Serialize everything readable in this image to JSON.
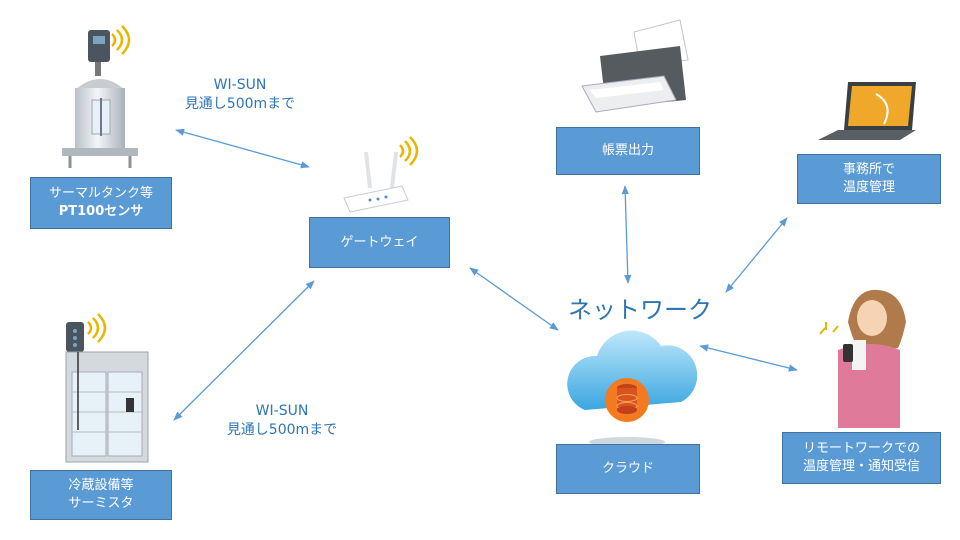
{
  "wireless_notes": {
    "top": {
      "line1": "WI-SUN",
      "line2": "見通し500mまで"
    },
    "bottom": {
      "line1": "WI-SUN",
      "line2": "見通し500mまで"
    }
  },
  "network_label": "ネットワーク",
  "nodes": {
    "tank": {
      "line1": "サーマルタンク等",
      "line2": "PT100センサ"
    },
    "fridge": {
      "line1": "冷蔵設備等",
      "line2": "サーミスタ"
    },
    "gateway": {
      "line1": "ゲートウェイ"
    },
    "printer": {
      "line1": "帳票出力"
    },
    "office": {
      "line1": "事務所で",
      "line2": "温度管理"
    },
    "cloud": {
      "line1": "クラウド"
    },
    "remote": {
      "line1": "リモートワークでの",
      "line2": "温度管理・通知受信"
    }
  },
  "colors": {
    "box_fill": "#5b9bd5",
    "box_border": "#41719c",
    "accent_text": "#2e75b6",
    "arrow": "#5b9bd5",
    "wifi_signal": "#e6b800"
  }
}
